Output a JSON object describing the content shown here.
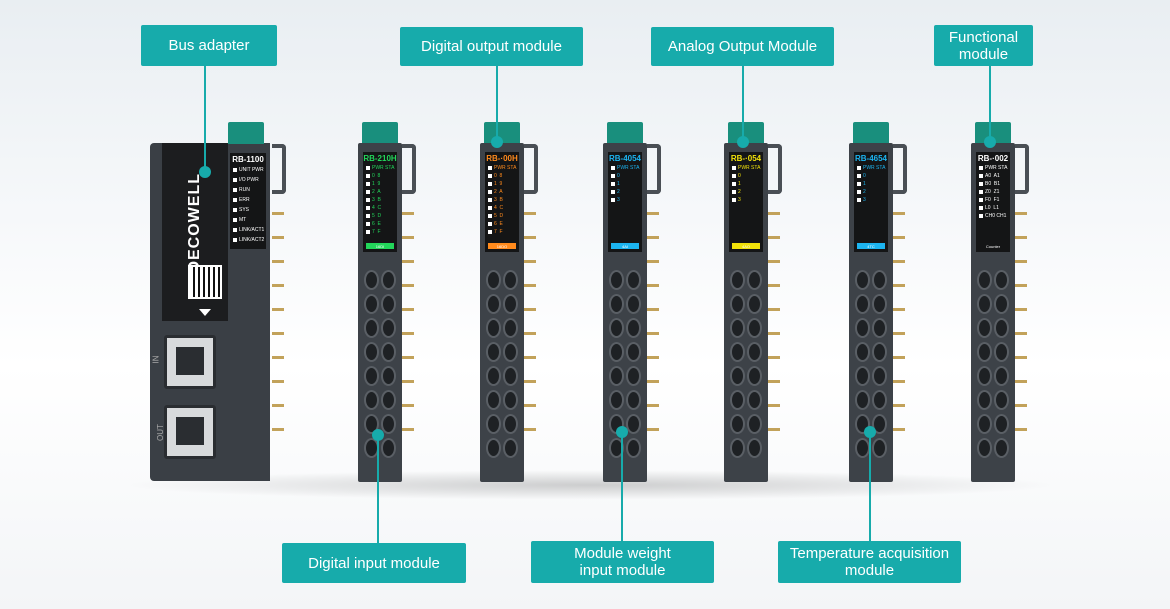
{
  "callouts": {
    "bus_adapter": "Bus adapter",
    "digital_output": "Digital output module",
    "analog_output": "Analog Output Module",
    "functional": "Functional module",
    "digital_input": "Digital input module",
    "weight_input": "Module weight input module",
    "temperature": "Temperature acquisition module"
  },
  "adapter": {
    "brand": "DECOWELL",
    "code": "RB-1100",
    "leds": [
      "UNIT PWR",
      "I/O PWR",
      "RUN",
      "ERR",
      "SYS",
      "MT",
      "LINK/ACT1",
      "LINK/ACT2"
    ],
    "port_in": "IN",
    "port_out": "OUT"
  },
  "modules": [
    {
      "code": "RB-210H",
      "badge": "16DI",
      "color": "#22d65a",
      "leds": [
        "PWR STA",
        "0  8",
        "1  9",
        "2  A",
        "3  B",
        "4  C",
        "5  D",
        "6  E",
        "7  F"
      ]
    },
    {
      "code": "RB-·00H",
      "badge": "16DO",
      "color": "#ff8a1c",
      "leds": [
        "PWR STA",
        "0  8",
        "1  9",
        "2  A",
        "3  B",
        "4  C",
        "5  D",
        "6  E",
        "7  F"
      ]
    },
    {
      "code": "RB-4054",
      "badge": "4AI",
      "color": "#1cb4f0",
      "leds": [
        "PWR STA",
        "0",
        "1",
        "2",
        "3"
      ]
    },
    {
      "code": "RB-·054",
      "badge": "4AO",
      "color": "#f2e20a",
      "leds": [
        "PWR STA",
        "0",
        "1",
        "2",
        "3"
      ]
    },
    {
      "code": "RB-4654",
      "badge": "4TC",
      "color": "#1cb4f0",
      "leds": [
        "PWR STA",
        "0",
        "1",
        "2",
        "3"
      ]
    },
    {
      "code": "RB-·002",
      "badge": "Counter",
      "color": "#ffffff",
      "leds": [
        "PWR STA",
        "A0  A1",
        "B0  B1",
        "Z0  Z1",
        "F0  F1",
        "L0  L1",
        "CH0 CH1"
      ]
    }
  ]
}
